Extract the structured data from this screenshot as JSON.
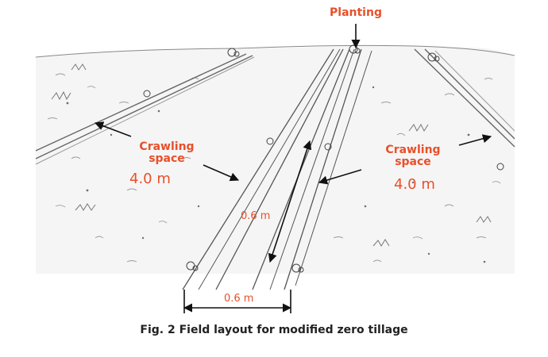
{
  "labels": {
    "planting": "Planting",
    "crawling_left": "Crawling\nspace",
    "crawling_left_width": "4.0 m",
    "crawling_right": "Crawling\nspace",
    "crawling_right_width": "4.0 m",
    "ridge_length": "0.6 m",
    "ridge_width": "0.6 m"
  },
  "caption": "Fig. 2 Field layout for modified zero tillage",
  "colors": {
    "label": "#e8502a",
    "sketch": "#555555",
    "caption": "#222222"
  }
}
